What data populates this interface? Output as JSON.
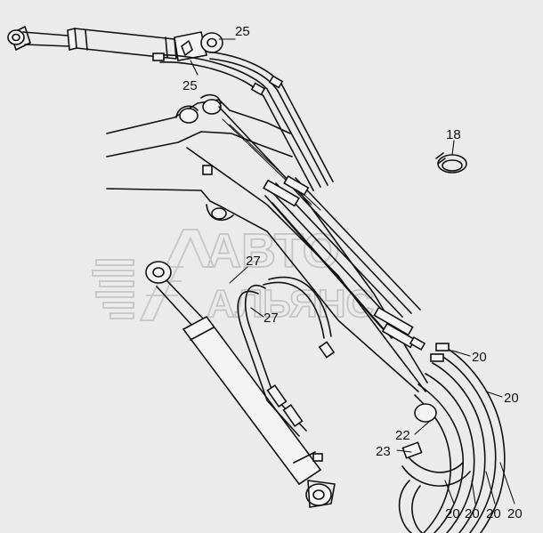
{
  "watermark": {
    "line1": "АВТО",
    "line2": "АЛЬЯНС"
  },
  "callouts": [
    {
      "id": "c25a",
      "text": "25"
    },
    {
      "id": "c25b",
      "text": "25"
    },
    {
      "id": "c18",
      "text": "18"
    },
    {
      "id": "c27a",
      "text": "27"
    },
    {
      "id": "c27b",
      "text": "27"
    },
    {
      "id": "c20a",
      "text": "20"
    },
    {
      "id": "c20b",
      "text": "20"
    },
    {
      "id": "c22",
      "text": "22"
    },
    {
      "id": "c23",
      "text": "23"
    },
    {
      "id": "c20c",
      "text": "20"
    },
    {
      "id": "c20d",
      "text": "20"
    },
    {
      "id": "c20e",
      "text": "20"
    },
    {
      "id": "c20f",
      "text": "20"
    }
  ]
}
